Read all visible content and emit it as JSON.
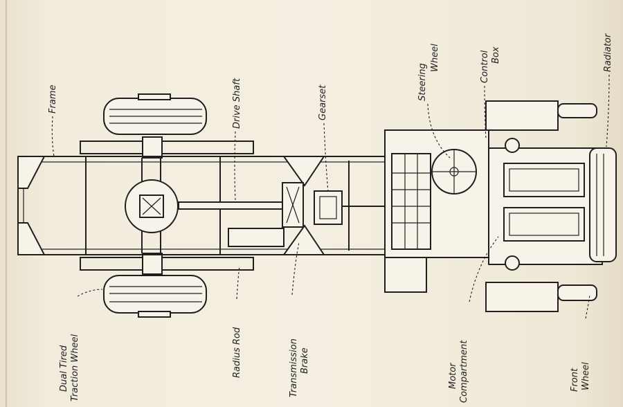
{
  "figure": {
    "labels": {
      "frame": "Frame",
      "drive_shaft": "Drive Shaft",
      "gearset": "Gearset",
      "steering_wheel_1": "Steering",
      "steering_wheel_2": "Wheel",
      "control_box_1": "Control",
      "control_box_2": "Box",
      "radiator": "Radiator",
      "traction_wheel_1": "Dual Tired",
      "traction_wheel_2": "Traction Wheel",
      "radius_rod": "Radius Rod",
      "transmission_brake_1": "Transmission",
      "transmission_brake_2": "Brake",
      "motor_compartment_1": "Motor",
      "motor_compartment_2": "Compartment",
      "front_wheel_1": "Front",
      "front_wheel_2": "Wheel"
    },
    "colors": {
      "paper": "#f4efe2",
      "ink": "#1f1f1f"
    }
  }
}
